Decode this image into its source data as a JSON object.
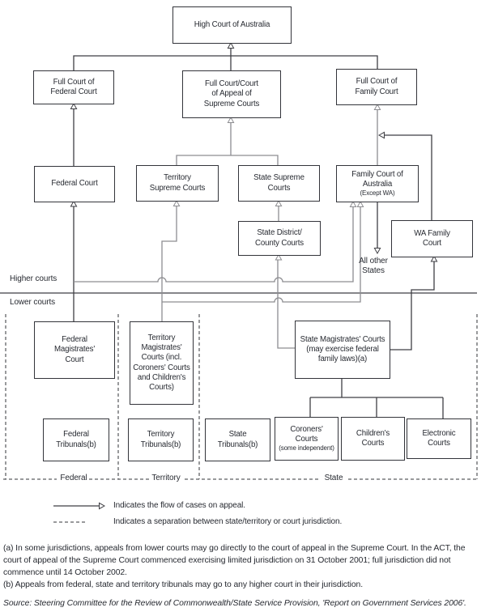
{
  "boxes": {
    "high_court": {
      "lines": [
        "High Court of Australia"
      ]
    },
    "full_federal": {
      "lines": [
        "Full Court of",
        "Federal Court"
      ]
    },
    "full_supreme": {
      "lines": [
        "Full Court/Court",
        "of Appeal of",
        "Supreme Courts"
      ]
    },
    "full_family": {
      "lines": [
        "Full Court of",
        "Family Court"
      ]
    },
    "federal_court": {
      "lines": [
        "Federal Court"
      ]
    },
    "territory_supreme": {
      "lines": [
        "Territory",
        "Supreme Courts"
      ]
    },
    "state_supreme": {
      "lines": [
        "State Supreme",
        "Courts"
      ]
    },
    "family_aus": {
      "lines": [
        "Family Court of",
        "Australia"
      ],
      "sub": "(Except WA)"
    },
    "state_district": {
      "lines": [
        "State District/",
        "County Courts"
      ]
    },
    "wa_family": {
      "lines": [
        "WA Family",
        "Court"
      ]
    },
    "federal_mag": {
      "lines": [
        "Federal",
        "Magistrates'",
        "Court"
      ]
    },
    "territory_mag": {
      "lines": [
        "Territory",
        "Magistrates'",
        "Courts (incl.",
        "Coroners' Courts",
        "and Children's",
        "Courts)"
      ]
    },
    "state_mag": {
      "lines": [
        "State Magistrates' Courts",
        "(may exercise federal",
        "family laws)(a)"
      ]
    },
    "federal_trib": {
      "lines": [
        "Federal",
        "Tribunals(b)"
      ]
    },
    "territory_trib": {
      "lines": [
        "Territory",
        "Tribunals(b)"
      ]
    },
    "state_trib": {
      "lines": [
        "State",
        "Tribunals(b)"
      ]
    },
    "coroners": {
      "lines": [
        "Coroners'",
        "Courts"
      ],
      "sub": "(some independent)"
    },
    "childrens": {
      "lines": [
        "Children's",
        "Courts"
      ]
    },
    "electronic": {
      "lines": [
        "Electronic",
        "Courts"
      ]
    }
  },
  "labels": {
    "higher_courts": "Higher courts",
    "lower_courts": "Lower courts",
    "all_other_states": {
      "lines": [
        "All other",
        "States"
      ]
    },
    "jurisdictions": {
      "federal": "Federal",
      "territory": "Territory",
      "state": "State"
    }
  },
  "legend": {
    "flow": "Indicates the flow of cases on appeal.",
    "separation": "Indicates a separation between state/territory or court jurisdiction."
  },
  "footnotes": {
    "a_lines": [
      "(a) In some jurisdictions, appeals from lower courts may go directly to the court of appeal in the Supreme Court. In the ACT, the",
      "court of appeal of the Supreme Court commenced exercising limited jurisdiction on 31 October 2001; full jurisdiction did not",
      "commence until 14 October 2002."
    ],
    "b": "(b) Appeals from federal, state and territory tribunals may go to any higher court in their jurisdiction."
  },
  "source": "Source: Steering Committee for the Review of Commonwealth/State Service Provision, 'Report on Government Services 2006'.",
  "colors": {
    "line_dark": "#3f3f44",
    "line_gray": "#8d8d91",
    "box_border": "#33343a",
    "text": "#272a31",
    "background": "#ffffff"
  }
}
